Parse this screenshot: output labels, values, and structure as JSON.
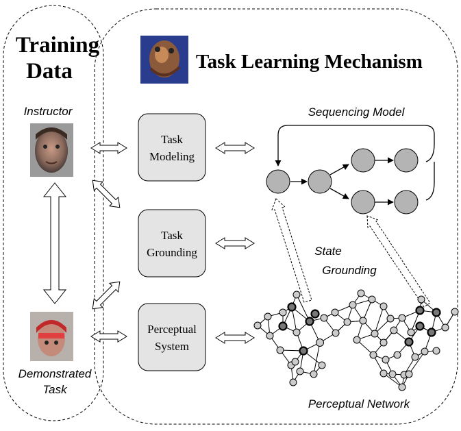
{
  "training": {
    "line1": "Training",
    "line2": "Data"
  },
  "title": "Task Learning Mechanism",
  "instructor_label": "Instructor",
  "demo": {
    "line1": "Demonstrated",
    "line2": "Task"
  },
  "boxes": [
    {
      "line1": "Task",
      "line2": "Modeling"
    },
    {
      "line1": "Task",
      "line2": "Grounding"
    },
    {
      "line1": "Perceptual",
      "line2": "System"
    }
  ],
  "sequencing_label": "Sequencing Model",
  "state": {
    "line1": "State",
    "line2": "Grounding"
  },
  "perceptual_network_label": "Perceptual Network",
  "icons": [
    "task-logo-icon",
    "instructor-photo-icon",
    "demonstrator-photo-icon"
  ]
}
